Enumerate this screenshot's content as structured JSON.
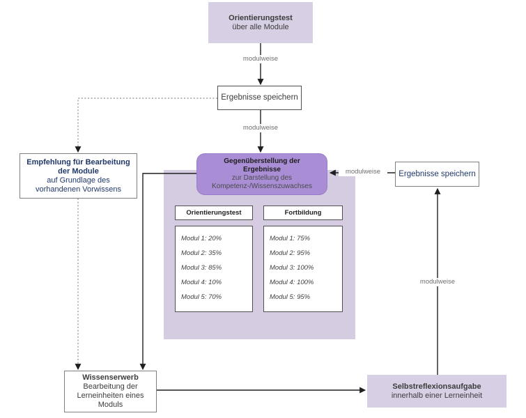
{
  "diagram_type": "flowchart",
  "edge_label": "modulweise",
  "colors": {
    "lavender_fill": "#d7cfe4",
    "purple_fill": "#aa8ed5",
    "navy_text": "#21386b",
    "dark_text": "#3c3c3c",
    "edge_color": "#1f1f1f",
    "dotted_edge_color": "#8a8a8a"
  },
  "nodes": {
    "orientation_test": {
      "title": "Orientierungstest",
      "subtitle": "über alle Module"
    },
    "save_results_top": {
      "label": "Ergebnisse speichern"
    },
    "recommendation": {
      "title_lines": [
        "Empfehlung für Bearbeitung",
        "der Module"
      ],
      "subtitle_lines": [
        "auf Grundlage des",
        "vorhandenen Vorwissens"
      ]
    },
    "comparison": {
      "title_lines": [
        "Gegenüberstellung der",
        "Ergebnisse"
      ],
      "subtitle_lines": [
        "zur Darstellung des",
        "Kompetenz-/Wissenszuwachses"
      ]
    },
    "knowledge_acquisition": {
      "title": "Wissenserwerb",
      "subtitle_lines": [
        "Bearbeitung der",
        "Lerneinheiten eines",
        "Moduls"
      ]
    },
    "self_reflection": {
      "title": "Selbstreflexionsaufgabe",
      "subtitle": "innerhalb einer Lerneinheit"
    },
    "save_results_right": {
      "label": "Ergebnisse speichern"
    }
  },
  "comparison_table": {
    "columns": [
      {
        "header": "Orientierungstest",
        "rows": [
          "Modul 1: 20%",
          "Modul 2: 35%",
          "Modul 3: 85%",
          "Modul 4: 10%",
          "Modul 5: 70%"
        ]
      },
      {
        "header": "Fortbildung",
        "rows": [
          "Modul 1: 75%",
          "Modul 2: 95%",
          "Modul 3: 100%",
          "Modul 4: 100%",
          "Modul 5: 95%"
        ]
      }
    ]
  }
}
